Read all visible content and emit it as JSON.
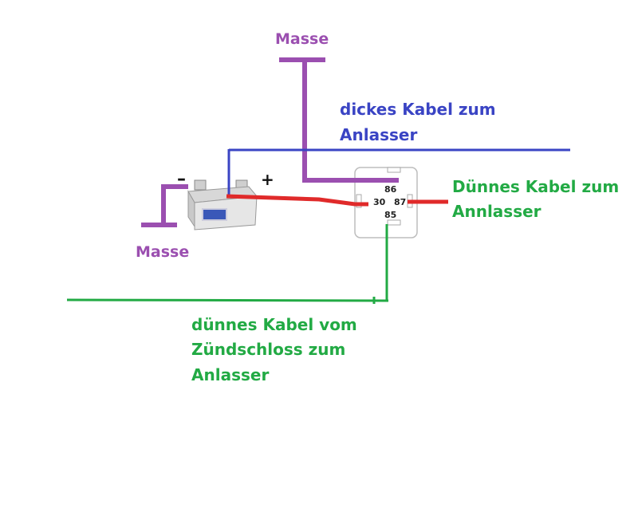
{
  "colors": {
    "masse": "#9b4fb0",
    "blue": "#3a44c4",
    "green": "#22aa44",
    "red": "#e02a2a",
    "battery_body": "#e6e6e6",
    "battery_window": "#3a58b8",
    "relay_outline": "#bdbdbd"
  },
  "labels": {
    "masse_top": "Masse",
    "masse_left": "Masse",
    "dickes_kabel_line1": "dickes Kabel zum",
    "dickes_kabel_line2": "Anlasser",
    "duennes_kabel_line1": "Dünnes Kabel zum",
    "duennes_kabel_line2": "Annlasser",
    "zuendschloss_line1": "dünnes Kabel vom",
    "zuendschloss_line2": "Zündschloss zum",
    "zuendschloss_line3": "Anlasser"
  },
  "battery": {
    "minus": "–",
    "plus": "+"
  },
  "relay": {
    "pin_86": "86",
    "pin_30": "30",
    "pin_87": "87",
    "pin_85": "85"
  }
}
